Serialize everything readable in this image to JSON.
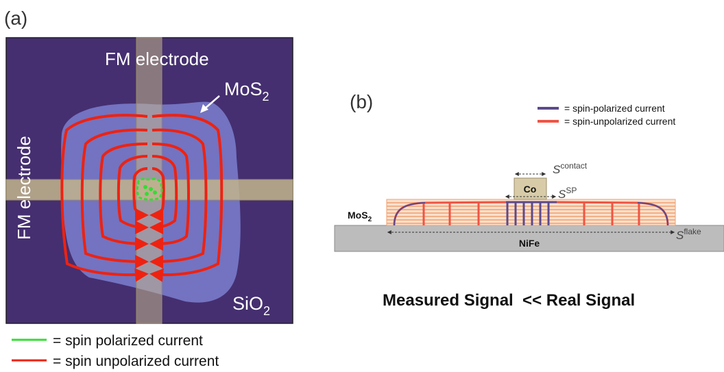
{
  "panel_a": {
    "label": "(a)",
    "fm_electrode_top": "FM electrode",
    "fm_electrode_left": "FM electrode",
    "mos2": "MoS",
    "mos2_sub": "2",
    "sio2": "SiO",
    "sio2_sub": "2",
    "legend": [
      {
        "text": "= spin polarized current",
        "color": "#33dd33"
      },
      {
        "text": "= spin unpolarized current",
        "color": "#ee2211"
      }
    ]
  },
  "panel_b": {
    "label": "(b)",
    "legend": [
      {
        "text": "= spin-polarized current",
        "color": "#5b4a8c"
      },
      {
        "text": "= spin-unpolarized current",
        "color": "#ee5544"
      }
    ],
    "co": "Co",
    "mos2": "MoS",
    "mos2_sub": "2",
    "nife": "NiFe",
    "s_contact": "S",
    "s_contact_sup": "contact",
    "s_sp": "S",
    "s_sp_sup": "SP",
    "s_flake": "S",
    "s_flake_sup": "flake",
    "caption": "Measured Signal  << Real Signal"
  },
  "colors": {
    "substrate": "#452f70",
    "flake": "#7b7fcf",
    "electrode": "#c2b48c",
    "red": "#ee2211",
    "green": "#33dd33",
    "purple": "#5b4a8c",
    "orange": "#f0a070"
  }
}
